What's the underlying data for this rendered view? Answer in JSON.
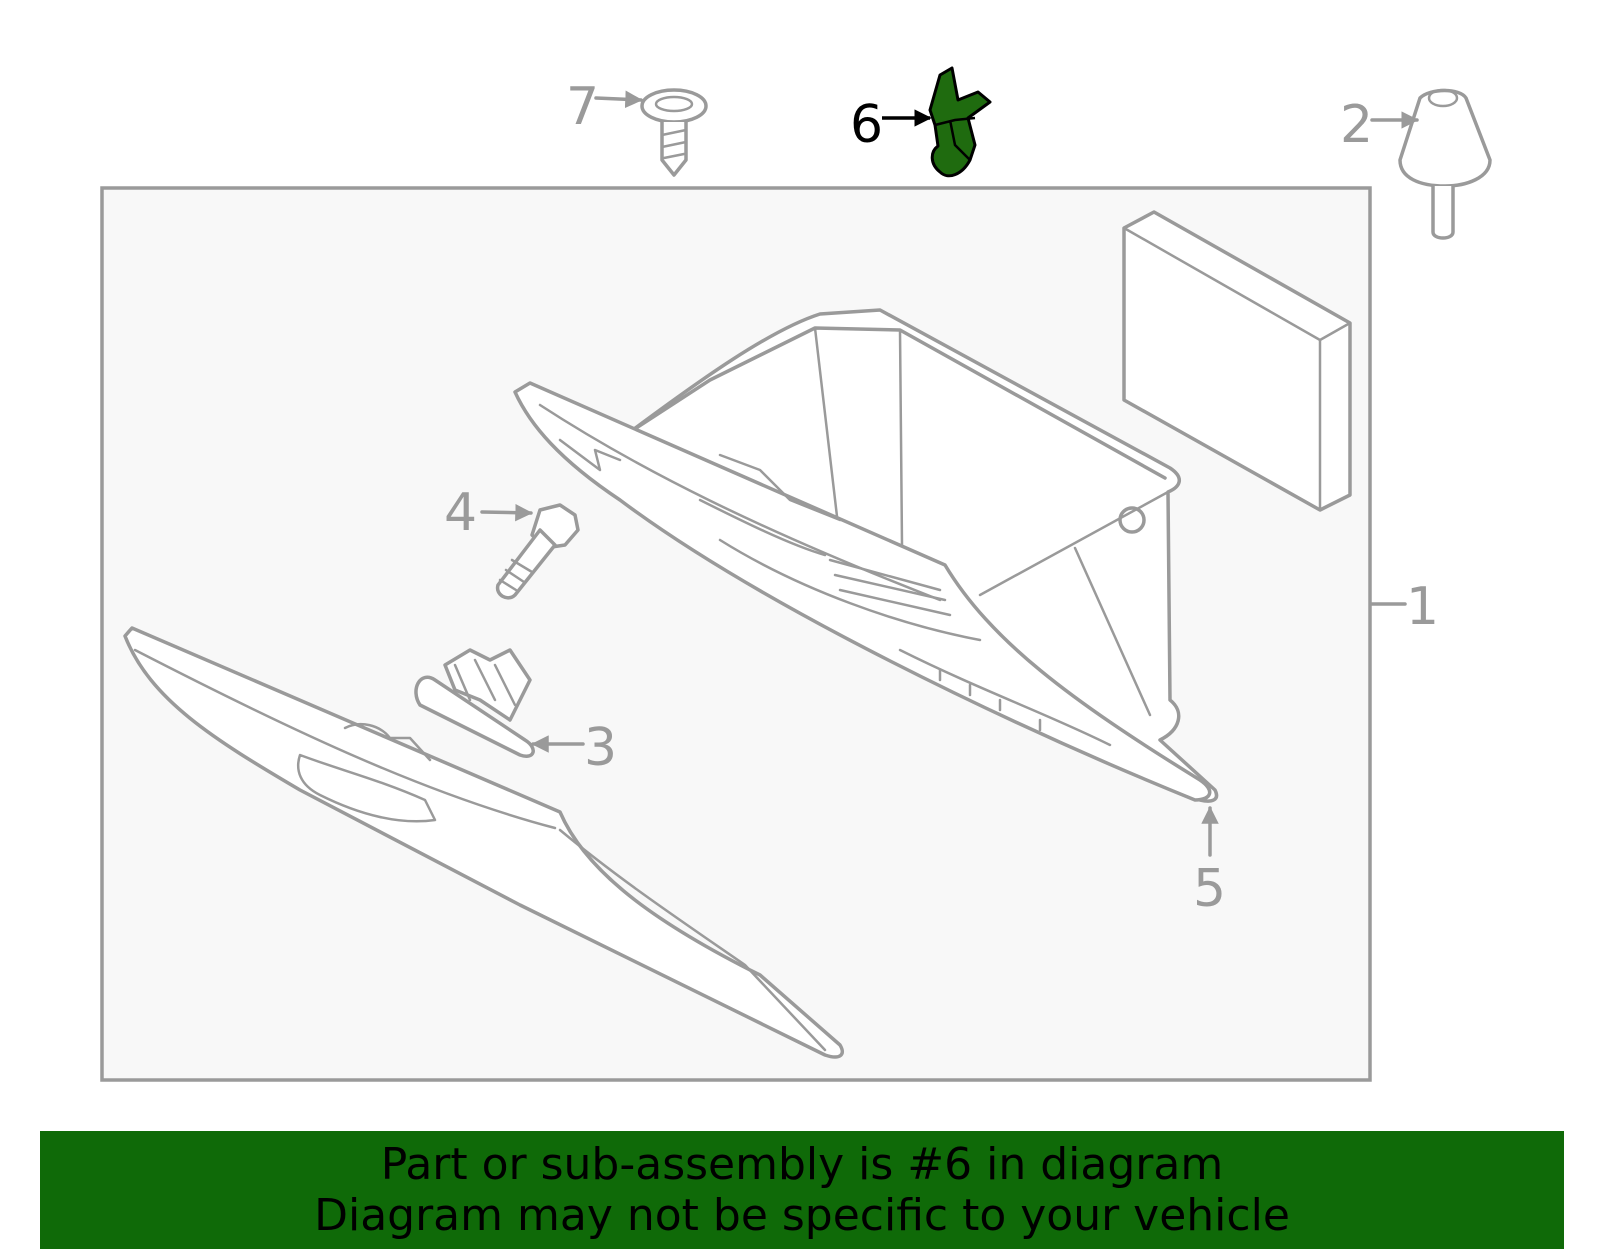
{
  "colors": {
    "highlight": "#1f6b0f",
    "banner_bg": "#0f6a08",
    "line": "#9a9a9a",
    "panel": "#f8f8f8"
  },
  "callouts": [
    {
      "id": "1",
      "label": "1"
    },
    {
      "id": "2",
      "label": "2"
    },
    {
      "id": "3",
      "label": "3"
    },
    {
      "id": "4",
      "label": "4"
    },
    {
      "id": "5",
      "label": "5"
    },
    {
      "id": "6",
      "label": "6",
      "highlighted": true
    },
    {
      "id": "7",
      "label": "7"
    }
  ],
  "banner": {
    "line1": "Part or sub-assembly is #6 in diagram",
    "line2": "Diagram may not be specific to your vehicle"
  }
}
